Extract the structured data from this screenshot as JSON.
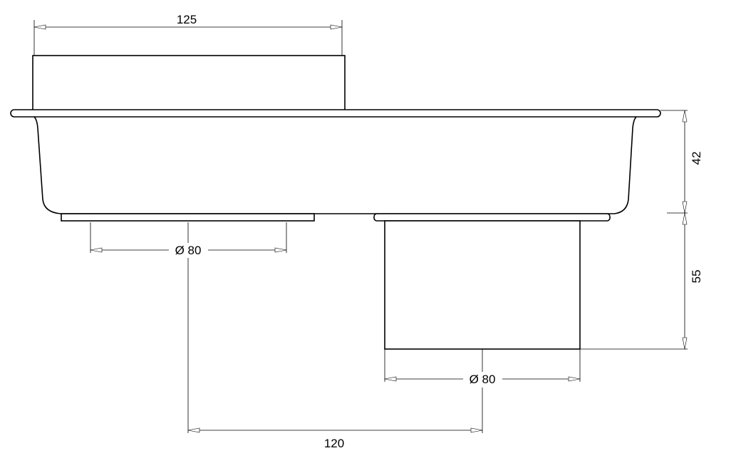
{
  "dimensions": {
    "top_width": "125",
    "bottom_left_diameter": "Ø 80",
    "bottom_right_diameter": "Ø 80",
    "center_distance": "120",
    "upper_height": "42",
    "lower_height": "55"
  }
}
